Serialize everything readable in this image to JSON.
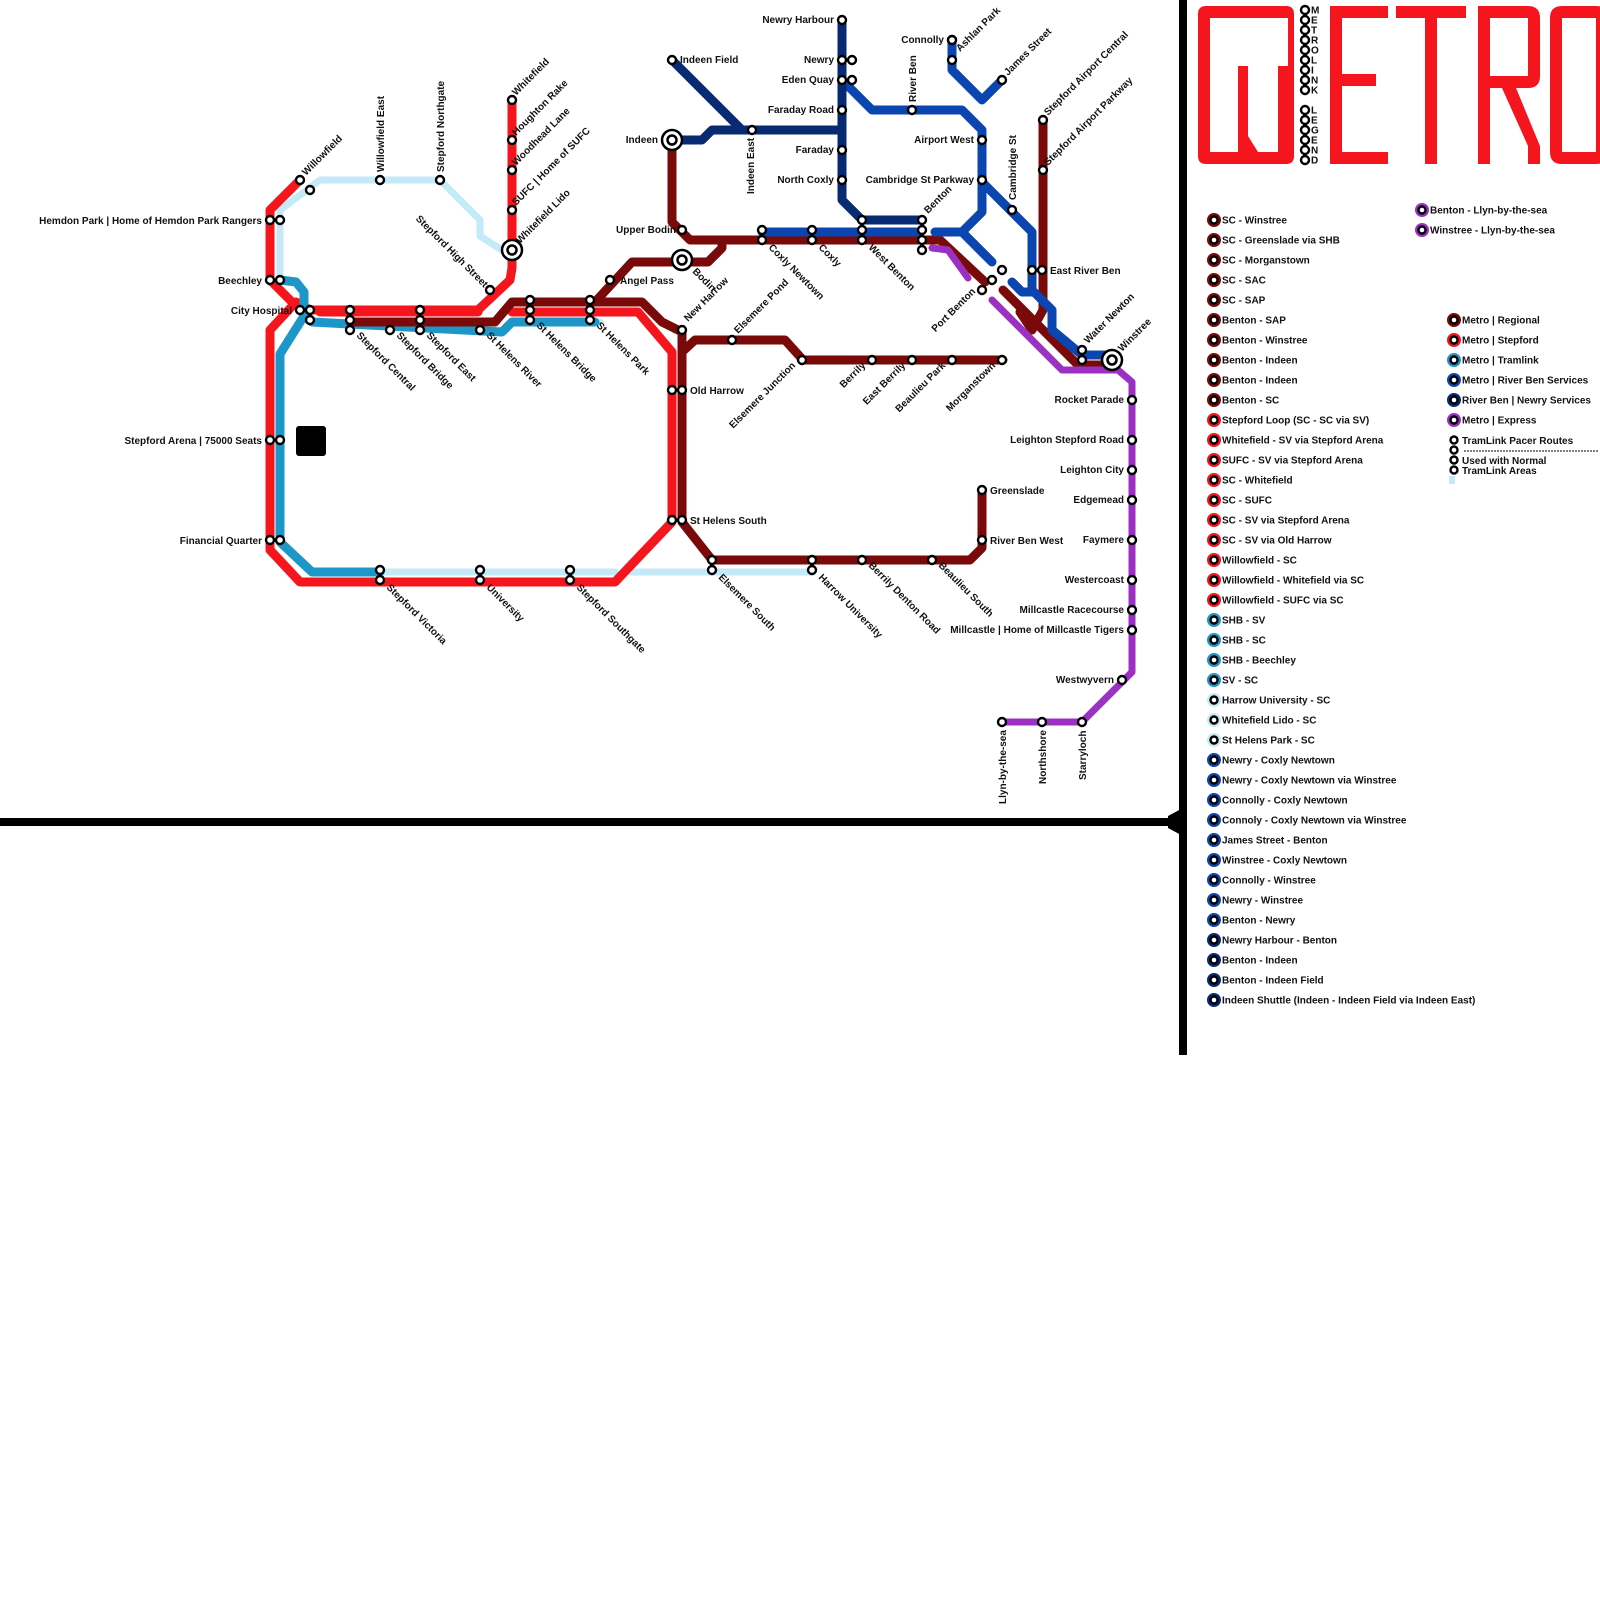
{
  "logo": {
    "text": "METRO",
    "vertical_text": "METROLINK LEGEND"
  },
  "colors": {
    "regional": "#7a0a0a",
    "stepford": "#f5151d",
    "tramlink": "#1d96c8",
    "riverben": "#0a45b0",
    "newry": "#082a73",
    "express": "#9b30c2",
    "tram_area": "#c4e9f7"
  },
  "stations": {
    "willowfield": "Willowfield",
    "willowfield_east": "Willowfield East",
    "stepford_northgate": "Stepford Northgate",
    "whitefield": "Whitefield",
    "houghton_rake": "Houghton Rake",
    "woodhead_lane": "Woodhead Lane",
    "sufc": "SUFC | Home of SUFC",
    "whitefield_lido": "Whitefield Lido",
    "hemdon_park": "Hemdon Park | Home of Hemdon Park Rangers",
    "beechley": "Beechley",
    "city_hospital": "City Hospital",
    "stepford_arena": "Stepford Arena | 75000 Seats",
    "financial_quarter": "Financial Quarter",
    "stepford_high_street": "Stepford High Street",
    "stepford_central": "Stepford Central",
    "stepford_bridge": "Stepford Bridge",
    "stepford_east": "Stepford East",
    "st_helens_river": "St Helens River",
    "st_helens_bridge": "St Helens Bridge",
    "st_helens_park": "St Helens Park",
    "angel_pass": "Angel Pass",
    "indeen_field": "Indeen Field",
    "indeen": "Indeen",
    "indeen_east": "Indeen East",
    "upper_bodin": "Upper Bodin",
    "bodin": "Bodin",
    "new_harrow": "New Harrow",
    "elsemere_pond": "Elsemere Pond",
    "old_harrow": "Old Harrow",
    "elsemere_junction": "Elsemere Junction",
    "st_helens_south": "St Helens South",
    "stepford_victoria": "Stepford Victoria",
    "university": "University",
    "stepford_southgate": "Stepford Southgate",
    "elsemere_south": "Elsemere South",
    "harrow_university": "Harrow University",
    "berrily_denton_road": "Berrily Denton Road",
    "beaulieu_south": "Beaulieu South",
    "river_ben_west": "River Ben West",
    "greenslade": "Greenslade",
    "newry_harbour": "Newry Harbour",
    "newry": "Newry",
    "eden_quay": "Eden Quay",
    "faraday_road": "Faraday Road",
    "faraday": "Faraday",
    "north_coxly": "North Coxly",
    "river_ben": "River Ben",
    "connolly": "Connolly",
    "ashlan_park": "Ashlan Park",
    "james_street": "James Street",
    "airport_west": "Airport West",
    "cambridge_st_parkway": "Cambridge St Parkway",
    "cambridge_st": "Cambridge St",
    "stepford_airport_central": "Stepford Airport Central",
    "stepford_airport_parkway": "Stepford Airport Parkway",
    "coxly_newtown": "Coxly Newtown",
    "coxly": "Coxly",
    "west_benton": "West Benton",
    "benton": "Benton",
    "port_benton": "Port Benton",
    "east_river_ben": "East River Ben",
    "water_newton": "Water Newton",
    "winstree": "Winstree",
    "berrily": "Berrily",
    "east_berrily": "East Berrily",
    "beaulieu_park": "Beaulieu Park",
    "morganstown": "Morganstown",
    "rocket_parade": "Rocket Parade",
    "leighton_stepford_road": "Leighton Stepford Road",
    "leighton_city": "Leighton City",
    "edgemead": "Edgemead",
    "faymere": "Faymere",
    "westercoast": "Westercoast",
    "millcastle_racecourse": "Millcastle Racecourse",
    "millcastle": "Millcastle | Home of Millcastle Tigers",
    "westwyvern": "Westwyvern",
    "llyn_by_the_sea": "Llyn-by-the-sea",
    "northshore": "Northshore",
    "starryloch": "Starryloch"
  },
  "legend_routes": [
    {
      "label": "SC - Winstree",
      "color": "#7a0a0a"
    },
    {
      "label": "SC - Greenslade via SHB",
      "color": "#7a0a0a"
    },
    {
      "label": "SC - Morganstown",
      "color": "#7a0a0a"
    },
    {
      "label": "SC - SAC",
      "color": "#7a0a0a"
    },
    {
      "label": "SC - SAP",
      "color": "#7a0a0a"
    },
    {
      "label": "Benton - SAP",
      "color": "#7a0a0a"
    },
    {
      "label": "Benton - Winstree",
      "color": "#7a0a0a"
    },
    {
      "label": "Benton - Indeen",
      "color": "#7a0a0a"
    },
    {
      "label": "Benton - Indeen",
      "color": "#7a0a0a"
    },
    {
      "label": "Benton - SC",
      "color": "#7a0a0a"
    },
    {
      "label": "Stepford Loop (SC - SC via SV)",
      "color": "#f5151d"
    },
    {
      "label": "Whitefield - SV via Stepford Arena",
      "color": "#f5151d"
    },
    {
      "label": "SUFC - SV via Stepford Arena",
      "color": "#f5151d"
    },
    {
      "label": "SC - Whitefield",
      "color": "#f5151d"
    },
    {
      "label": "SC - SUFC",
      "color": "#f5151d"
    },
    {
      "label": "SC - SV via Stepford Arena",
      "color": "#f5151d"
    },
    {
      "label": "SC - SV via Old Harrow",
      "color": "#f5151d"
    },
    {
      "label": "Willowfield - SC",
      "color": "#f5151d"
    },
    {
      "label": "Willowfield - Whitefield via SC",
      "color": "#f5151d"
    },
    {
      "label": "Willowfield - SUFC via SC",
      "color": "#f5151d"
    },
    {
      "label": "SHB - SV",
      "color": "#1d96c8"
    },
    {
      "label": "SHB - SC",
      "color": "#1d96c8"
    },
    {
      "label": "SHB - Beechley",
      "color": "#1d96c8"
    },
    {
      "label": "SV - SC",
      "color": "#1d96c8"
    },
    {
      "label": "Harrow University -  SC",
      "color": "#c4e9f7"
    },
    {
      "label": "Whitefield Lido - SC",
      "color": "#c4e9f7"
    },
    {
      "label": "St Helens Park - SC",
      "color": "#c4e9f7"
    },
    {
      "label": "Newry - Coxly Newtown",
      "color": "#0a45b0"
    },
    {
      "label": "Newry - Coxly Newtown via Winstree",
      "color": "#0a45b0"
    },
    {
      "label": "Connolly - Coxly Newtown",
      "color": "#0a45b0"
    },
    {
      "label": "Connoly - Coxly Newtown via Winstree",
      "color": "#0a45b0"
    },
    {
      "label": "James Street - Benton",
      "color": "#0a45b0"
    },
    {
      "label": "Winstree - Coxly Newtown",
      "color": "#0a45b0"
    },
    {
      "label": "Connolly - Winstree",
      "color": "#0a45b0"
    },
    {
      "label": "Newry - Winstree",
      "color": "#0a45b0"
    },
    {
      "label": "Benton - Newry",
      "color": "#0a45b0"
    },
    {
      "label": "Newry Harbour - Benton",
      "color": "#082a73"
    },
    {
      "label": "Benton - Indeen",
      "color": "#082a73"
    },
    {
      "label": "Benton - Indeen Field",
      "color": "#082a73"
    },
    {
      "label": "Indeen Shuttle (Indeen - Indeen Field via Indeen East)",
      "color": "#082a73"
    }
  ],
  "legend_express": [
    {
      "label": "Benton - Llyn-by-the-sea",
      "color": "#9b30c2"
    },
    {
      "label": "Winstree - Llyn-by-the-sea",
      "color": "#9b30c2"
    }
  ],
  "legend_services": [
    {
      "label": "Metro | Regional",
      "color": "#7a0a0a"
    },
    {
      "label": "Metro | Stepford",
      "color": "#f5151d"
    },
    {
      "label": "Metro | Tramlink",
      "color": "#1d96c8"
    },
    {
      "label": "Metro | River Ben Services",
      "color": "#0a45b0"
    },
    {
      "label": "River Ben | Newry Services",
      "color": "#082a73"
    },
    {
      "label": "Metro | Express",
      "color": "#9b30c2"
    }
  ],
  "legend_tram": {
    "pacer": "TramLink Pacer Routes",
    "used_with": "Used with Normal",
    "areas": "TramLink Areas"
  }
}
